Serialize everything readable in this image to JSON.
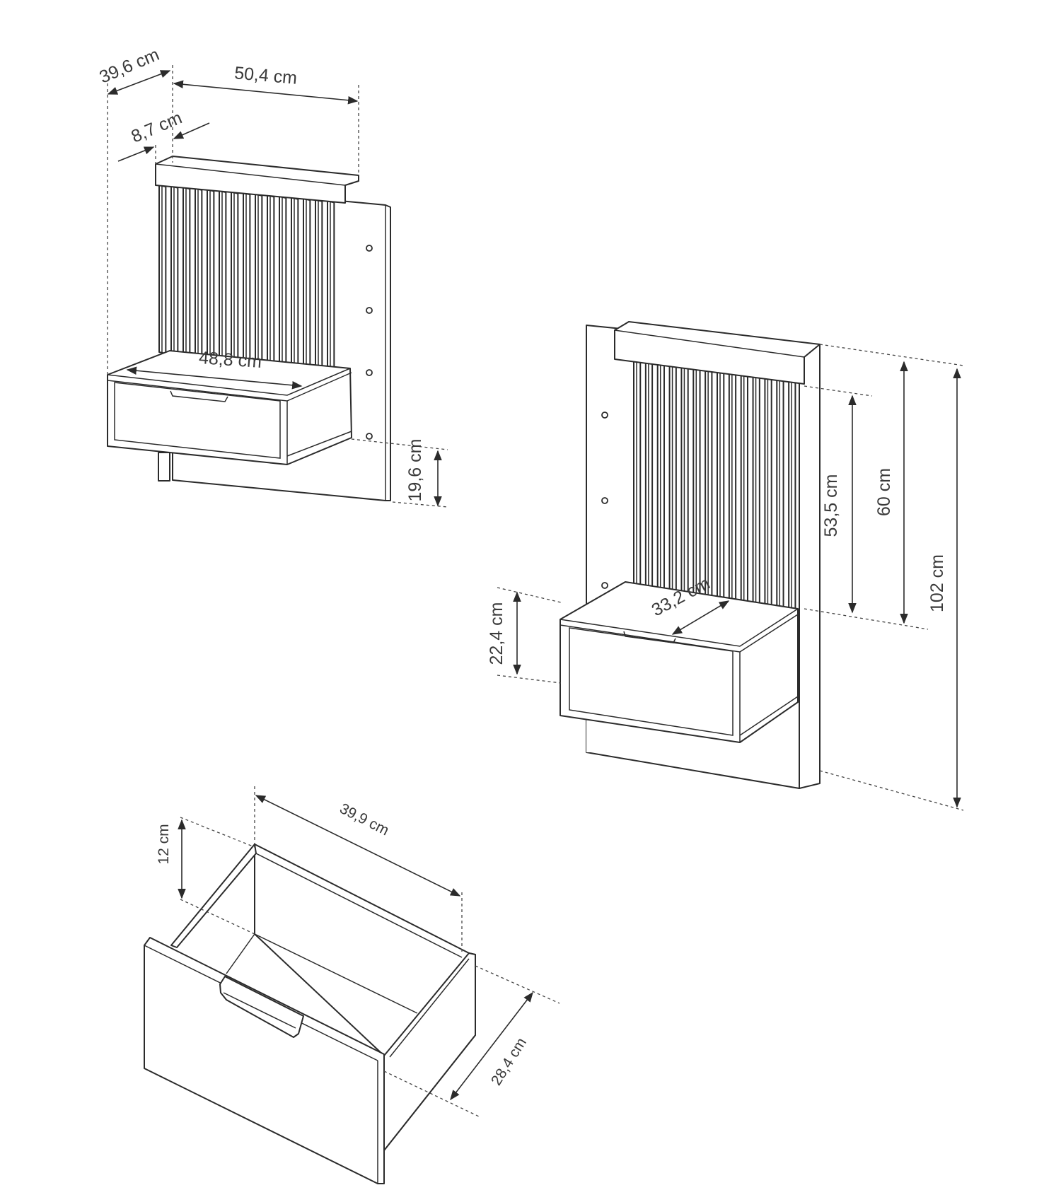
{
  "dimensions": {
    "unit_a": {
      "depth": "39,6 cm",
      "width": "50,4 cm",
      "slat_depth": "8,7 cm",
      "shelf_width": "48,8 cm",
      "bottom_height": "19,6 cm"
    },
    "unit_b": {
      "shelf_depth": "33,2 cm",
      "slat_height": "53,5 cm",
      "upper_height": "60 cm",
      "total_height": "102 cm",
      "box_height": "22,4 cm"
    },
    "drawer": {
      "width": "39,9 cm",
      "height": "12 cm",
      "depth": "28,4 cm"
    }
  },
  "colors": {
    "line": "#2b2b2b",
    "background": "#ffffff"
  }
}
